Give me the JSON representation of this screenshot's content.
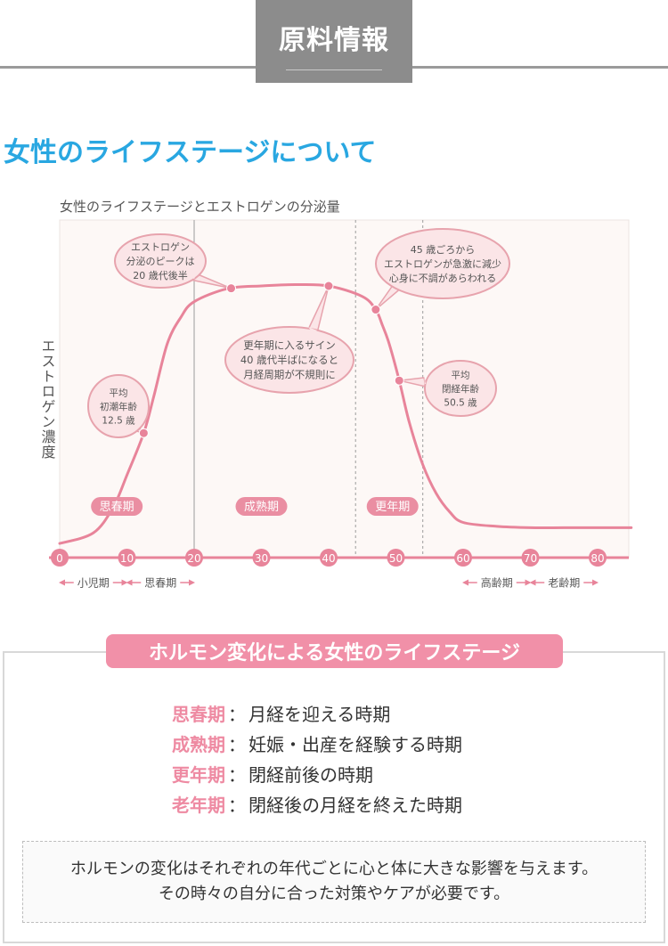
{
  "header": {
    "title": "原料情報"
  },
  "section_title": "女性のライフステージについて",
  "chart_data": {
    "type": "line",
    "title": "女性のライフステージとエストロゲンの分泌量",
    "ylabel": "エストロゲン濃度",
    "xlabel": "",
    "x_ticks": [
      0,
      10,
      20,
      30,
      40,
      50,
      60,
      70,
      80
    ],
    "xlim": [
      0,
      85
    ],
    "ylim": [
      0,
      100
    ],
    "grid": false,
    "series": [
      {
        "points": [
          [
            0,
            2
          ],
          [
            5,
            6
          ],
          [
            8,
            16
          ],
          [
            10,
            28
          ],
          [
            12.5,
            44
          ],
          [
            14,
            58
          ],
          [
            16,
            78
          ],
          [
            18,
            88
          ],
          [
            20,
            94
          ],
          [
            25,
            99
          ],
          [
            30,
            100
          ],
          [
            35,
            100.5
          ],
          [
            40,
            100
          ],
          [
            45,
            96
          ],
          [
            47,
            91
          ],
          [
            48,
            85
          ],
          [
            49,
            78
          ],
          [
            50.5,
            64
          ],
          [
            52,
            48
          ],
          [
            54,
            32
          ],
          [
            56,
            21
          ],
          [
            58,
            14
          ],
          [
            60,
            10
          ],
          [
            65,
            8.5
          ],
          [
            70,
            8
          ],
          [
            75,
            8
          ],
          [
            80,
            8
          ],
          [
            85,
            8
          ]
        ]
      }
    ],
    "dividers": [
      20,
      44,
      54
    ],
    "phase_labels": [
      {
        "label": "思春期",
        "x": 8.5
      },
      {
        "label": "成熟期",
        "x": 30
      },
      {
        "label": "更年期",
        "x": 49.5
      }
    ],
    "ranges": [
      {
        "label": "小児期",
        "from": 0,
        "to": 10
      },
      {
        "label": "思春期",
        "from": 10,
        "to": 20
      },
      {
        "label": "高齢期",
        "from": 60,
        "to": 70
      },
      {
        "label": "老齢期",
        "from": 70,
        "to": 80
      }
    ],
    "annotations": [
      {
        "lines": [
          "平均",
          "初潮年齢",
          "12.5 歳"
        ],
        "point_x": 12.5
      },
      {
        "lines": [
          "エストロゲン",
          "分泌のピークは",
          "20 歳代後半"
        ],
        "point_x": 25.5
      },
      {
        "lines": [
          "更年期に入るサイン",
          "40 歳代半ばになると",
          "月経周期が不規則に"
        ],
        "point_x": 40
      },
      {
        "lines": [
          "45 歳ごろから",
          "エストロゲンが急激に減少",
          "心身に不調があらわれる"
        ],
        "point_x": 47
      },
      {
        "lines": [
          "平均",
          "閉経年齢",
          "50.5 歳"
        ],
        "point_x": 50.5
      }
    ],
    "colors": {
      "line": "#e8849a",
      "pill": "#ea8ea2",
      "bubble_fill": "#fbe5e7",
      "bubble_stroke": "#e7a3ad",
      "plot_bg": "#fdf8f6"
    }
  },
  "info": {
    "heading": "ホルモン変化による女性のライフステージ",
    "stages": [
      {
        "name": "思春期",
        "sep": "：",
        "desc": "月経を迎える時期"
      },
      {
        "name": "成熟期",
        "sep": "：",
        "desc": "妊娠・出産を経験する時期"
      },
      {
        "name": "更年期",
        "sep": "：",
        "desc": "閉経前後の時期"
      },
      {
        "name": "老年期",
        "sep": "：",
        "desc": "閉経後の月経を終えた時期"
      }
    ],
    "note": [
      "ホルモンの変化はそれぞれの年代ごとに心と体に大きな影響を与えます。",
      "その時々の自分に合った対策やケアが必要です。"
    ]
  }
}
